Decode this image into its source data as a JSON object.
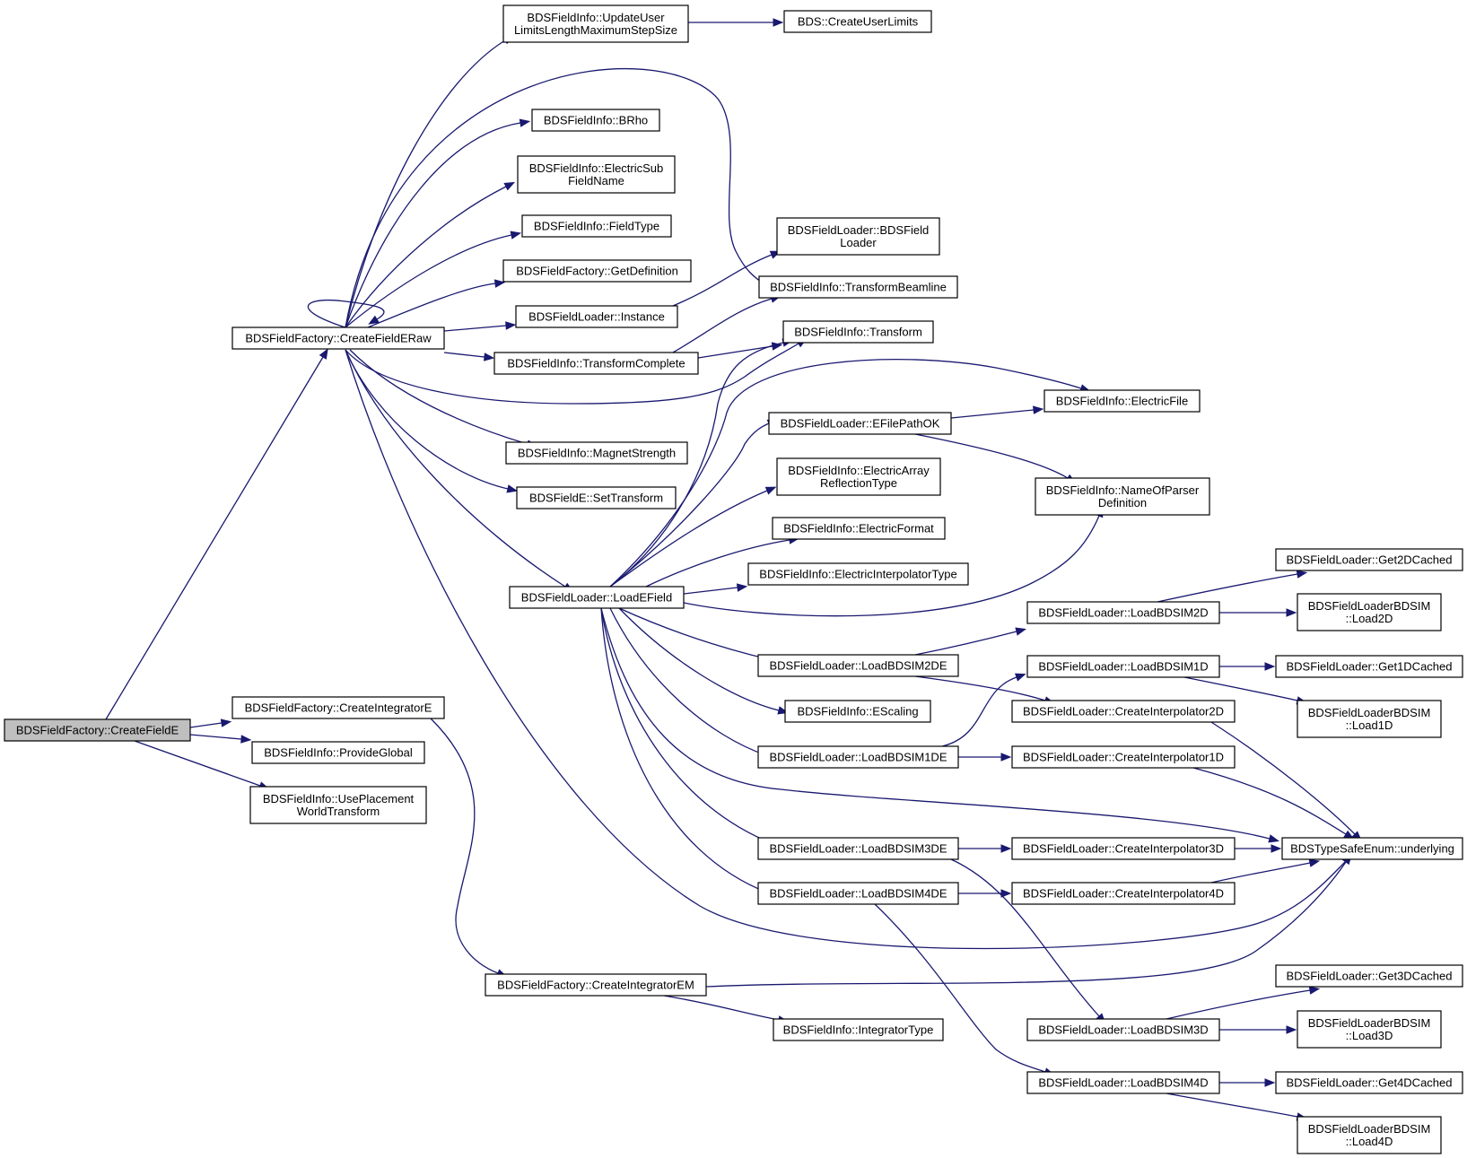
{
  "colors": {
    "edge": "#191970",
    "root_fill": "#bfbfbf",
    "node_fill": "#ffffff",
    "border": "#000000"
  },
  "nodes": {
    "createFieldE": [
      "BDSFieldFactory::CreateFieldE"
    ],
    "createFieldERaw": [
      "BDSFieldFactory::CreateFieldERaw"
    ],
    "createIntegratorE": [
      "BDSFieldFactory::CreateIntegratorE"
    ],
    "provideGlobal": [
      "BDSFieldInfo::ProvideGlobal"
    ],
    "usePlacement": [
      "BDSFieldInfo::UsePlacement",
      "WorldTransform"
    ],
    "updateUser": [
      "BDSFieldInfo::UpdateUser",
      "LimitsLengthMaximumStepSize"
    ],
    "createUserLimits": [
      "BDS::CreateUserLimits"
    ],
    "bRho": [
      "BDSFieldInfo::BRho"
    ],
    "electricSub": [
      "BDSFieldInfo::ElectricSub",
      "FieldName"
    ],
    "fieldType": [
      "BDSFieldInfo::FieldType"
    ],
    "getDefinition": [
      "BDSFieldFactory::GetDefinition"
    ],
    "instance": [
      "BDSFieldLoader::Instance"
    ],
    "transformComplete": [
      "BDSFieldInfo::TransformComplete"
    ],
    "magnetStrength": [
      "BDSFieldInfo::MagnetStrength"
    ],
    "setTransform": [
      "BDSFieldE::SetTransform"
    ],
    "loadEField": [
      "BDSFieldLoader::LoadEField"
    ],
    "bdsFieldLoader": [
      "BDSFieldLoader::BDSField",
      "Loader"
    ],
    "transformBeamline": [
      "BDSFieldInfo::TransformBeamline"
    ],
    "transform": [
      "BDSFieldInfo::Transform"
    ],
    "eFilePathOK": [
      "BDSFieldLoader::EFilePathOK"
    ],
    "electricArray": [
      "BDSFieldInfo::ElectricArray",
      "ReflectionType"
    ],
    "electricFormat": [
      "BDSFieldInfo::ElectricFormat"
    ],
    "electricInterp": [
      "BDSFieldInfo::ElectricInterpolatorType"
    ],
    "loadBDSIM2DE": [
      "BDSFieldLoader::LoadBDSIM2DE"
    ],
    "eScaling": [
      "BDSFieldInfo::EScaling"
    ],
    "loadBDSIM1DE": [
      "BDSFieldLoader::LoadBDSIM1DE"
    ],
    "loadBDSIM3DE": [
      "BDSFieldLoader::LoadBDSIM3DE"
    ],
    "loadBDSIM4DE": [
      "BDSFieldLoader::LoadBDSIM4DE"
    ],
    "createIntegratorEM": [
      "BDSFieldFactory::CreateIntegratorEM"
    ],
    "integratorType": [
      "BDSFieldInfo::IntegratorType"
    ],
    "electricFile": [
      "BDSFieldInfo::ElectricFile"
    ],
    "nameOfParser": [
      "BDSFieldInfo::NameOfParser",
      "Definition"
    ],
    "loadBDSIM2D": [
      "BDSFieldLoader::LoadBDSIM2D"
    ],
    "loadBDSIM1D": [
      "BDSFieldLoader::LoadBDSIM1D"
    ],
    "createInterp2D": [
      "BDSFieldLoader::CreateInterpolator2D"
    ],
    "createInterp1D": [
      "BDSFieldLoader::CreateInterpolator1D"
    ],
    "createInterp3D": [
      "BDSFieldLoader::CreateInterpolator3D"
    ],
    "createInterp4D": [
      "BDSFieldLoader::CreateInterpolator4D"
    ],
    "underlying": [
      "BDSTypeSafeEnum::underlying"
    ],
    "loadBDSIM3D": [
      "BDSFieldLoader::LoadBDSIM3D"
    ],
    "loadBDSIM4D": [
      "BDSFieldLoader::LoadBDSIM4D"
    ],
    "get2DCached": [
      "BDSFieldLoader::Get2DCached"
    ],
    "load2D": [
      "BDSFieldLoaderBDSIM",
      "::Load2D"
    ],
    "get1DCached": [
      "BDSFieldLoader::Get1DCached"
    ],
    "load1D": [
      "BDSFieldLoaderBDSIM",
      "::Load1D"
    ],
    "get3DCached": [
      "BDSFieldLoader::Get3DCached"
    ],
    "load3D": [
      "BDSFieldLoaderBDSIM",
      "::Load3D"
    ],
    "get4DCached": [
      "BDSFieldLoader::Get4DCached"
    ],
    "load4D": [
      "BDSFieldLoaderBDSIM",
      "::Load4D"
    ]
  }
}
